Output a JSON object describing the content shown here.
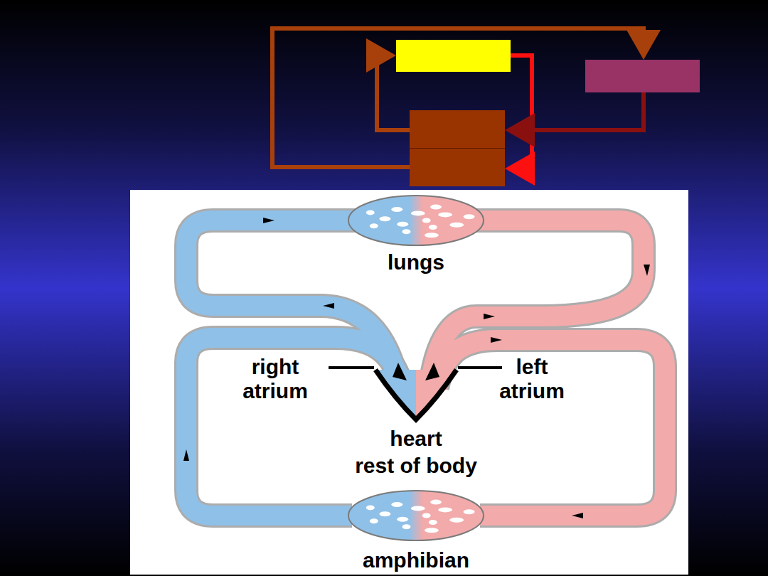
{
  "diagram": {
    "labels": [
      "lungs",
      "right atrium",
      "left atrium",
      "heart",
      "rest of body",
      "amphibian"
    ]
  }
}
